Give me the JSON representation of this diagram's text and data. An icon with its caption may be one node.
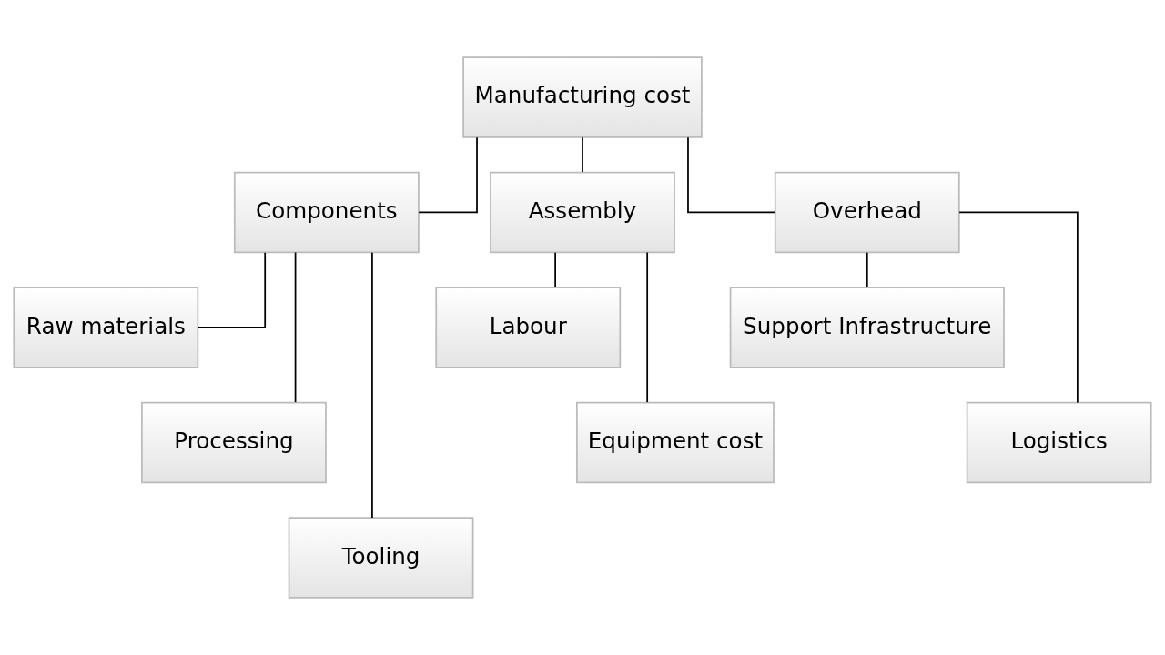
{
  "diagram": {
    "nodes": [
      {
        "text": [
          "Manufacturing cost"
        ]
      },
      {
        "text": [
          "Components"
        ]
      },
      {
        "text": [
          "Assembly"
        ]
      },
      {
        "text": [
          "Overhead"
        ]
      },
      {
        "text": [
          "Raw materials"
        ]
      },
      {
        "text": [
          "Processing"
        ]
      },
      {
        "text": [
          "Tooling"
        ]
      },
      {
        "text": [
          "Labour"
        ]
      },
      {
        "text": [
          "Equipment cost"
        ]
      },
      {
        "text": [
          "Support Infrastructure"
        ]
      },
      {
        "text": [
          "Logistics"
        ]
      }
    ],
    "edges": [
      {
        "from": 0,
        "to": 1,
        "arrow": "none"
      },
      {
        "from": 0,
        "to": 2,
        "arrow": "none"
      },
      {
        "from": 0,
        "to": 3,
        "arrow": "none"
      },
      {
        "from": 1,
        "to": 4,
        "arrow": "none"
      },
      {
        "from": 1,
        "to": 5,
        "arrow": "none"
      },
      {
        "from": 1,
        "to": 6,
        "arrow": "none"
      },
      {
        "from": 2,
        "to": 7,
        "arrow": "none"
      },
      {
        "from": 2,
        "to": 8,
        "arrow": "none"
      },
      {
        "from": 3,
        "to": 9,
        "arrow": "none"
      },
      {
        "from": 3,
        "to": 10,
        "arrow": "none"
      }
    ]
  }
}
